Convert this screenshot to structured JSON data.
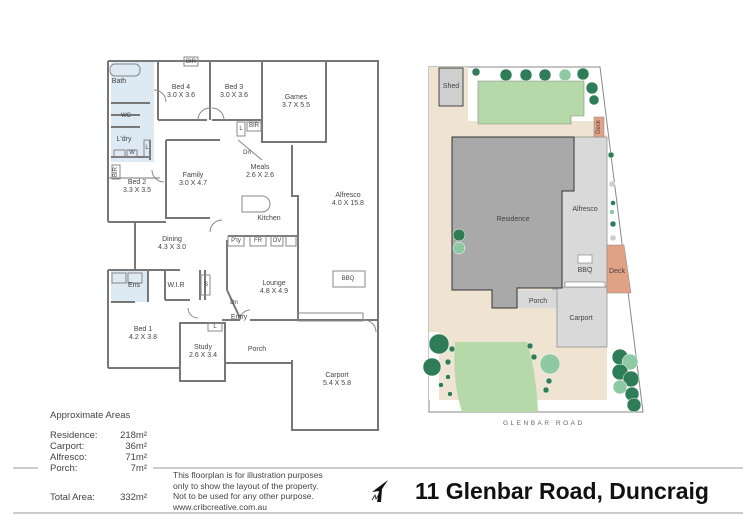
{
  "title": "11 Glenbar Road, Duncraig",
  "floorplan": {
    "rooms": [
      {
        "name": "Bath",
        "dims": ""
      },
      {
        "name": "Bed 4",
        "dims": "3.0 X 3.6"
      },
      {
        "name": "Bed 3",
        "dims": "3.0 X 3.6"
      },
      {
        "name": "Games",
        "dims": "3.7 X 5.5"
      },
      {
        "name": "WC",
        "dims": ""
      },
      {
        "name": "L'dry",
        "dims": ""
      },
      {
        "name": "Bed 2",
        "dims": "3.3 X 3.5"
      },
      {
        "name": "Family",
        "dims": "3.0 X 4.7"
      },
      {
        "name": "Meals",
        "dims": "2.6 X 2.6"
      },
      {
        "name": "Kitchen",
        "dims": ""
      },
      {
        "name": "Alfresco",
        "dims": "4.0 X 15.8"
      },
      {
        "name": "Dining",
        "dims": "4.3 X 3.0"
      },
      {
        "name": "Lounge",
        "dims": "4.8 X 4.9"
      },
      {
        "name": "Ens",
        "dims": ""
      },
      {
        "name": "W.I.R",
        "dims": ""
      },
      {
        "name": "Bed 1",
        "dims": "4.2 X 3.8"
      },
      {
        "name": "Study",
        "dims": "2.6 X 3.4"
      },
      {
        "name": "Entry",
        "dims": ""
      },
      {
        "name": "Porch",
        "dims": ""
      },
      {
        "name": "Carport",
        "dims": "5.4 X 5.8"
      }
    ],
    "fixtures": {
      "bir": "BIR",
      "linen": "L",
      "washer": "W",
      "pantry": "P'ty",
      "fridge": "FR",
      "oven": "OV",
      "bbq": "BBQ",
      "store": "S",
      "down": "Dn"
    }
  },
  "siteplan": {
    "labels": {
      "shed": "Shed",
      "residence": "Residence",
      "alfresco": "Alfresco",
      "bbq": "BBQ",
      "deck": "Deck",
      "porch": "Porch",
      "carport": "Carport"
    },
    "street": "GLENBAR ROAD",
    "colors": {
      "residence": "#a9a9a9",
      "alfresco": "#d9d9d9",
      "paving": "#efe3d2",
      "lawn": "#b5d9a8",
      "deck": "#e0a184",
      "tree_dark": "#2e7d57",
      "tree_light": "#8fc9a4"
    }
  },
  "areas": {
    "title": "Approximate Areas",
    "items": [
      {
        "label": "Residence:",
        "value": "218m²"
      },
      {
        "label": "Carport:",
        "value": "36m²"
      },
      {
        "label": "Alfresco:",
        "value": "71m²"
      },
      {
        "label": "Porch:",
        "value": "7m²"
      }
    ],
    "total_label": "Total Area:",
    "total_value": "332m²"
  },
  "disclaimer": [
    "This floorplan is for illustration purposes",
    "only to show the layout of the property.",
    "Not to be used for any other purpose.",
    "www.cribcreative.com.au"
  ]
}
